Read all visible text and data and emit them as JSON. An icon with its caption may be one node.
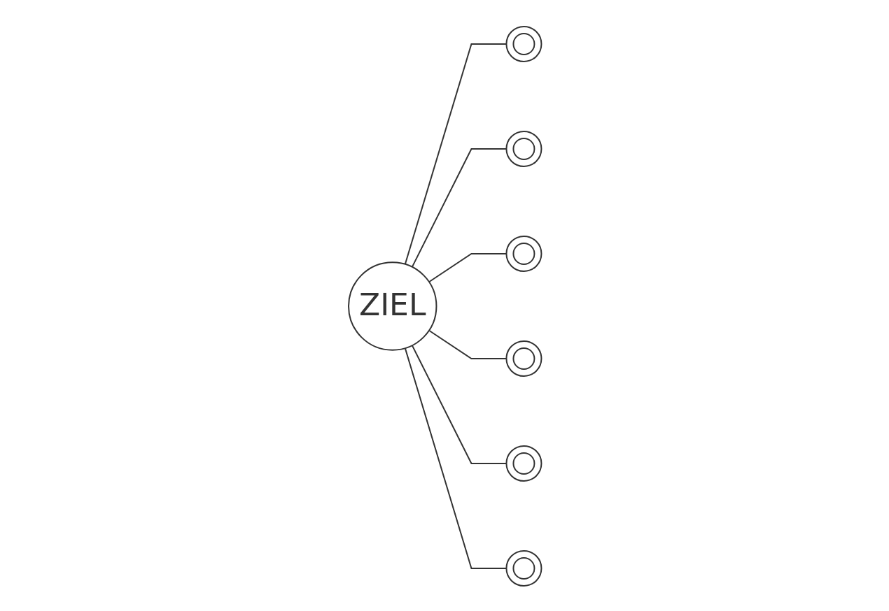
{
  "diagram": {
    "nodes": [
      {
        "text": [
          "ZIEL"
        ]
      },
      {
        "text": [],
        "shape": "circle"
      },
      {
        "text": [],
        "shape": "circle"
      },
      {
        "text": [],
        "shape": "circle"
      },
      {
        "text": [],
        "shape": "circle"
      },
      {
        "text": [],
        "shape": "circle"
      },
      {
        "text": [],
        "shape": "circle"
      }
    ],
    "edges": [
      {
        "from": 0,
        "to": 1,
        "arrow": "none"
      },
      {
        "from": 0,
        "to": 2,
        "arrow": "none"
      },
      {
        "from": 0,
        "to": 3,
        "arrow": "none"
      },
      {
        "from": 0,
        "to": 4,
        "arrow": "none"
      },
      {
        "from": 0,
        "to": 5,
        "arrow": "none"
      },
      {
        "from": 0,
        "to": 6,
        "arrow": "none"
      }
    ]
  }
}
